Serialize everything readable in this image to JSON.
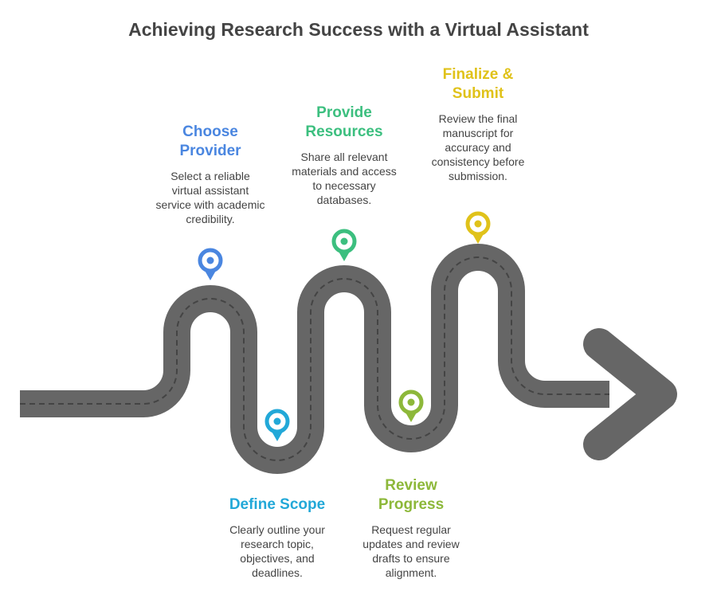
{
  "title": "Achieving Research Success with a Virtual Assistant",
  "steps": [
    {
      "title": "Choose Provider",
      "desc": "Select a reliable virtual assistant service with academic credibility.",
      "color": "#4a86e0"
    },
    {
      "title": "Define Scope",
      "desc": "Clearly outline your research topic, objectives, and deadlines.",
      "color": "#22a8d8"
    },
    {
      "title": "Provide Resources",
      "desc": "Share all relevant materials and access to necessary databases.",
      "color": "#3cbf7f"
    },
    {
      "title": "Review Progress",
      "desc": "Request regular updates and review drafts to ensure alignment.",
      "color": "#8db83a"
    },
    {
      "title": "Finalize & Submit",
      "desc": "Review the final manuscript for accuracy and consistency before submission.",
      "color": "#e0c21a"
    }
  ]
}
